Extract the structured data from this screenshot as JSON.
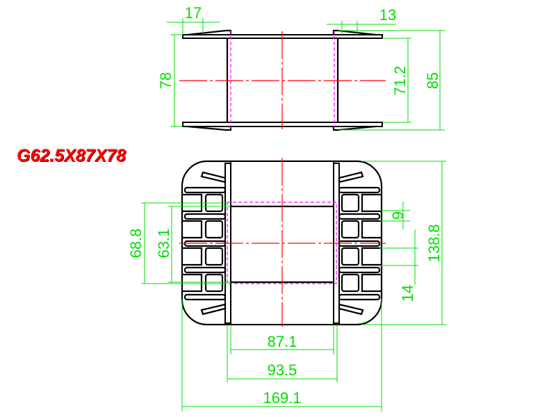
{
  "title": "G62.5X87X78",
  "colors": {
    "outline": "#000000",
    "centerline": "#ff0000",
    "hidden": "#ff00ff",
    "dimension": "#00dd00",
    "title": "#ff0000"
  },
  "top_view": {
    "dims": {
      "flange_left": "17",
      "flange_right": "13",
      "height_outer": "78",
      "height_inner": "71.2",
      "height_total": "85"
    }
  },
  "front_view": {
    "dims": {
      "window_outer": "68.8",
      "window_inner": "63.1",
      "slot_width": "9",
      "slot_pitch": "14",
      "height": "138.8",
      "width_inner": "87.1",
      "width_mid": "93.5",
      "width_total": "169.1"
    }
  }
}
